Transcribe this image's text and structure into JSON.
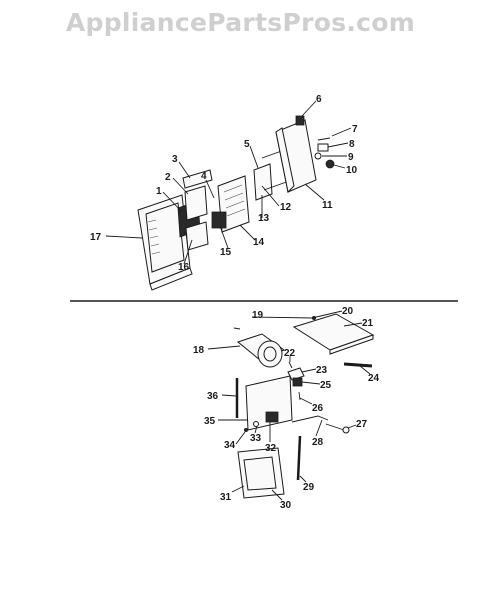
{
  "watermark": "AppliancePartsPros.com",
  "callouts": [
    {
      "id": "c1",
      "text": "1"
    },
    {
      "id": "c2",
      "text": "2"
    },
    {
      "id": "c3",
      "text": "3"
    },
    {
      "id": "c4",
      "text": "4"
    },
    {
      "id": "c5",
      "text": "5"
    },
    {
      "id": "c6",
      "text": "6"
    },
    {
      "id": "c7",
      "text": "7"
    },
    {
      "id": "c8",
      "text": "8"
    },
    {
      "id": "c9",
      "text": "9"
    },
    {
      "id": "c10",
      "text": "10"
    },
    {
      "id": "c11",
      "text": "11"
    },
    {
      "id": "c12",
      "text": "12"
    },
    {
      "id": "c13",
      "text": "13"
    },
    {
      "id": "c14",
      "text": "14"
    },
    {
      "id": "c15",
      "text": "15"
    },
    {
      "id": "c16",
      "text": "16"
    },
    {
      "id": "c17",
      "text": "17"
    },
    {
      "id": "c18",
      "text": "18"
    },
    {
      "id": "c19",
      "text": "19"
    },
    {
      "id": "c20",
      "text": "20"
    },
    {
      "id": "c21",
      "text": "21"
    },
    {
      "id": "c22",
      "text": "22"
    },
    {
      "id": "c23",
      "text": "23"
    },
    {
      "id": "c24",
      "text": "24"
    },
    {
      "id": "c25",
      "text": "25"
    },
    {
      "id": "c26",
      "text": "26"
    },
    {
      "id": "c27",
      "text": "27"
    },
    {
      "id": "c28",
      "text": "28"
    },
    {
      "id": "c29",
      "text": "29"
    },
    {
      "id": "c30",
      "text": "30"
    },
    {
      "id": "c31",
      "text": "31"
    },
    {
      "id": "c32",
      "text": "32"
    },
    {
      "id": "c33",
      "text": "33"
    },
    {
      "id": "c34",
      "text": "34"
    },
    {
      "id": "c35",
      "text": "35"
    },
    {
      "id": "c36",
      "text": "36"
    }
  ]
}
